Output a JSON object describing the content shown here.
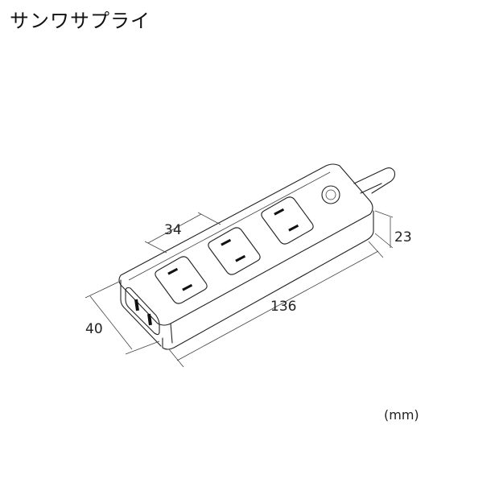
{
  "brand": "サンワサプライ",
  "dimensions": {
    "outlet_pitch": "34",
    "height": "23",
    "length": "136",
    "width": "40"
  },
  "unit_label": "(mm)"
}
